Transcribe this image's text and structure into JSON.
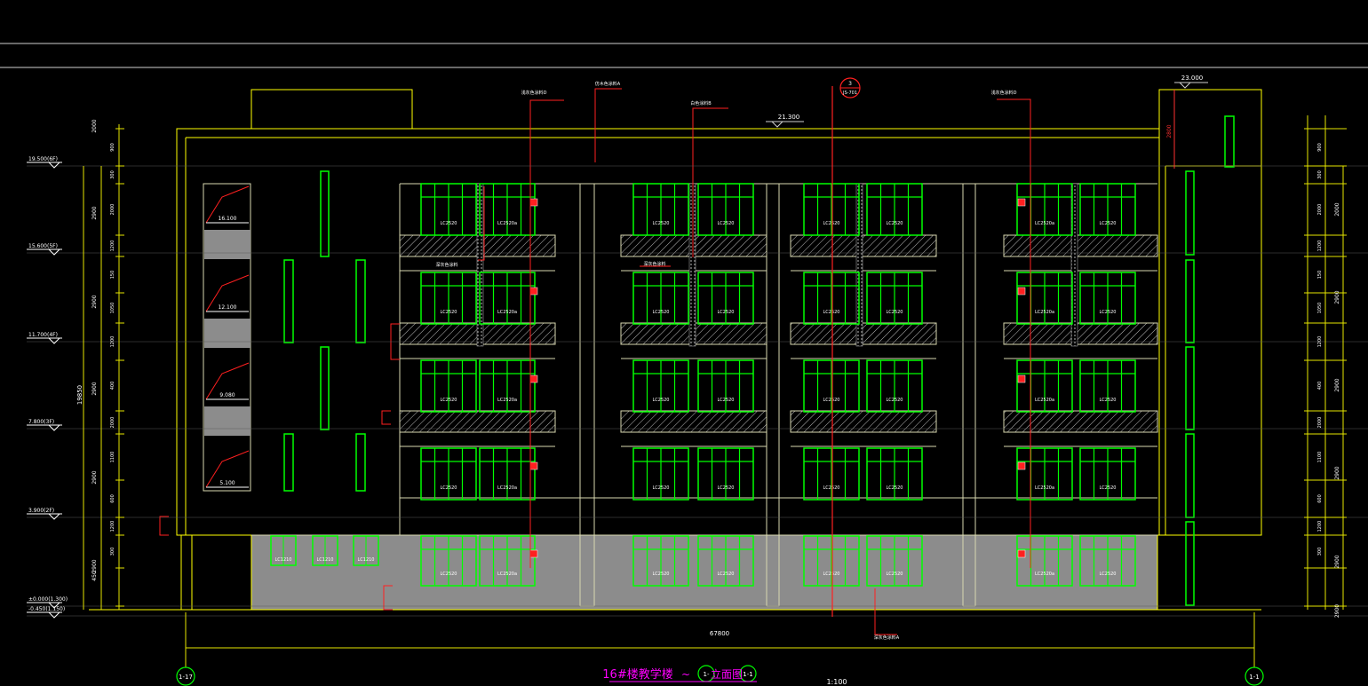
{
  "drawing": {
    "title": "16#楼教学楼",
    "title_tilde": "~",
    "title_suffix": "立面图",
    "scale": "1:100",
    "top_elevation": "23.000",
    "roof_elevation": "21.300",
    "parapet_dim": "2800",
    "total_width": "67800",
    "total_height_dim": "19850",
    "axis_left": "1-17",
    "axis_mid_a": "1-",
    "axis_mid_b": "1-1",
    "axis_right": "1-1",
    "section_mark_num": "3",
    "section_mark_ref": "JS-701"
  },
  "levels": [
    {
      "label": "19.500(6F)",
      "dim": "2000"
    },
    {
      "label": "15.600(5F)",
      "dim": "2900"
    },
    {
      "label": "11.700(4F)",
      "dim": "2900"
    },
    {
      "label": "7.800(3F)",
      "dim": "2900"
    },
    {
      "label": "3.900(2F)",
      "dim": "2900"
    },
    {
      "label": "±0.000(1.300)",
      "dim": "2900"
    },
    {
      "label": "-0.450(1.150)",
      "dim": "450"
    }
  ],
  "stair_levels": [
    "16.100",
    "12.100",
    "9.080",
    "5.100"
  ],
  "annotations": [
    "浅灰色涂料D",
    "仿木色涂料A",
    "白色涂料B",
    "浅灰色涂料D",
    "深灰色涂料",
    "深灰色涂料",
    "深灰色涂料A"
  ],
  "window_labels": {
    "upper": [
      "LC2520",
      "LC2520a",
      "LC2520",
      "LC2520",
      "LC2520",
      "LC2520",
      "LC2520a",
      "LC2520"
    ],
    "ground_small": [
      "LC1210",
      "LC1210",
      "LC1210"
    ]
  },
  "dim_small": [
    "900",
    "300",
    "2000",
    "1200",
    "150",
    "1050",
    "1200",
    "400",
    "2000",
    "1100",
    "600",
    "1200",
    "300"
  ],
  "colors": {
    "background": "#000000",
    "building_outline": "#ffff00",
    "window_frame": "#00ff00",
    "leader_line": "#ff0000",
    "title": "#ff00ff",
    "ground_fill": "#8c8c8c",
    "dimension": "#e6e600",
    "text": "#ffffff"
  }
}
